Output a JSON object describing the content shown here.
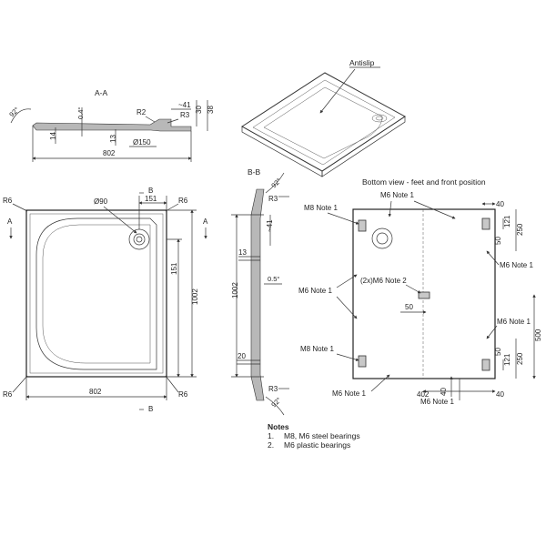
{
  "antislip": "Antislip",
  "section_aa": {
    "title": "A-A",
    "angle": "92°",
    "slope": "0.4°",
    "r2": "R2",
    "r3": "R3",
    "dim_41": "~41",
    "dim_30": "30",
    "dim_38": "38",
    "dim_14": "14",
    "dim_13": "13",
    "dim_150": "Ø150",
    "dim_802": "802"
  },
  "plan_view": {
    "r6_tl": "R6",
    "r6_tr": "R6",
    "r6_bl": "R6",
    "r6_br": "R6",
    "dia_90": "Ø90",
    "dim_151_top": "151",
    "dim_151_side": "151",
    "dim_1002": "1002",
    "dim_802": "802",
    "marker_a_left": "A",
    "marker_a_right": "A",
    "marker_b_top": "B",
    "marker_b_bottom": "B"
  },
  "section_bb": {
    "title": "B-B",
    "angle_top": "92°",
    "angle_bottom": "92°",
    "r3_top": "R3",
    "r3_bottom": "R3",
    "dim_41": "~41",
    "dim_13": "13",
    "dim_1002": "1002",
    "slope": "0.5°",
    "dim_20": "20"
  },
  "bottom_view": {
    "title": "Bottom view - feet and front position",
    "m6_note1_top": "M6 Note 1",
    "m8_note1_top": "M8 Note 1",
    "m6_note1_right_top": "M6 Note 1",
    "m6_note2": "(2x)M6 Note 2",
    "m6_note1_left": "M6 Note 1",
    "m6_note1_right_mid": "M6 Note 1",
    "m8_note1_bottom": "M8 Note 1",
    "m6_note1_bottom_left": "M6 Note 1",
    "m6_note1_bottom_right": "M6 Note 1",
    "dim_40_top": "40",
    "dim_121_top": "121",
    "dim_250_top": "250",
    "dim_50_top": "50",
    "dim_50_mid": "50",
    "dim_500": "500",
    "dim_50_bottom": "50",
    "dim_121_bottom": "121",
    "dim_250_bottom": "250",
    "dim_40_bottom": "40",
    "dim_402": "402",
    "dim_40_vert": "40"
  },
  "notes": {
    "title": "Notes",
    "items": [
      {
        "num": "1.",
        "text": "M8, M6 steel bearings"
      },
      {
        "num": "2.",
        "text": "M6 plastic bearings"
      }
    ]
  }
}
